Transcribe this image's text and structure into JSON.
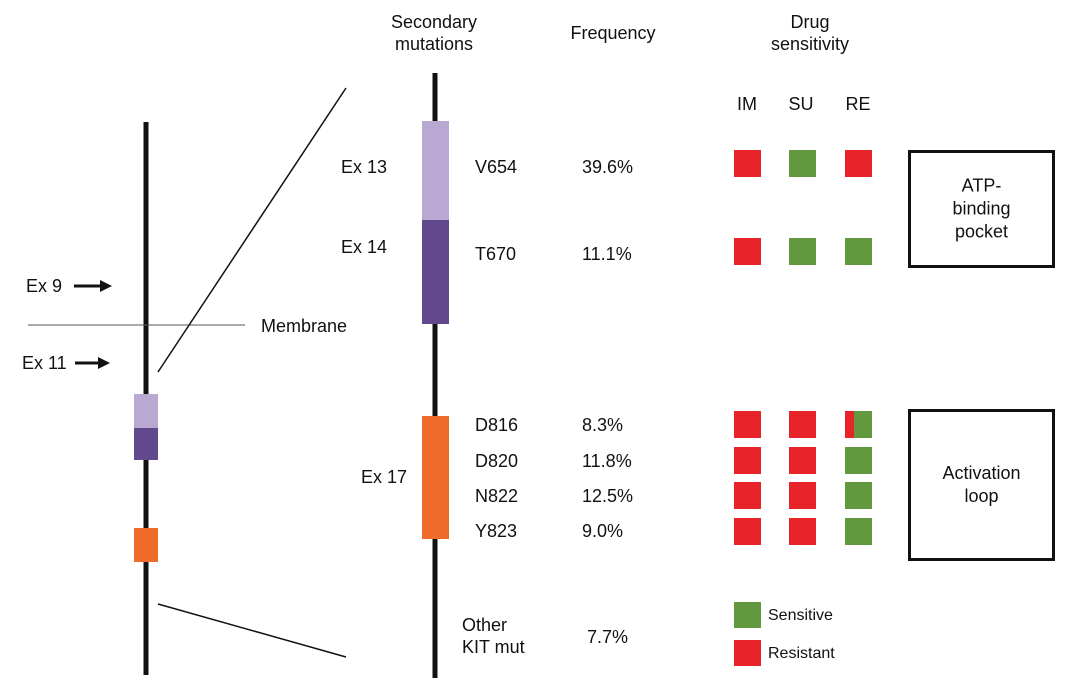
{
  "headers": {
    "secondary_mutations": "Secondary\nmutations",
    "frequency": "Frequency",
    "drug_sensitivity": "Drug\nsensitivity"
  },
  "drugs": [
    "IM",
    "SU",
    "RE"
  ],
  "left_labels": {
    "ex9": "Ex 9",
    "ex11": "Ex 11",
    "membrane": "Membrane"
  },
  "exons": {
    "ex13": "Ex 13",
    "ex14": "Ex 14",
    "ex17": "Ex 17"
  },
  "mutations": [
    {
      "name": "V654",
      "frequency": "39.6%",
      "IM": "resistant",
      "SU": "sensitive",
      "RE": "resistant"
    },
    {
      "name": "T670",
      "frequency": "11.1%",
      "IM": "resistant",
      "SU": "sensitive",
      "RE": "sensitive"
    },
    {
      "name": "D816",
      "frequency": "8.3%",
      "IM": "resistant",
      "SU": "resistant",
      "RE": "mixed"
    },
    {
      "name": "D820",
      "frequency": "11.8%",
      "IM": "resistant",
      "SU": "resistant",
      "RE": "sensitive"
    },
    {
      "name": "N822",
      "frequency": "12.5%",
      "IM": "resistant",
      "SU": "resistant",
      "RE": "sensitive"
    },
    {
      "name": "Y823",
      "frequency": "9.0%",
      "IM": "resistant",
      "SU": "resistant",
      "RE": "sensitive"
    },
    {
      "name": "Other\nKIT mut",
      "frequency": "7.7%"
    }
  ],
  "regions": {
    "atp_pocket": "ATP-\nbinding\npocket",
    "activation_loop": "Activation\nloop"
  },
  "legend": {
    "sensitive": "Sensitive",
    "resistant": "Resistant"
  },
  "colors": {
    "sensitive": "#62993e",
    "resistant": "#e8242b",
    "exon13": "#b9a9d2",
    "exon14": "#62488d",
    "exon17": "#ef6b2a",
    "line": "#111111"
  }
}
